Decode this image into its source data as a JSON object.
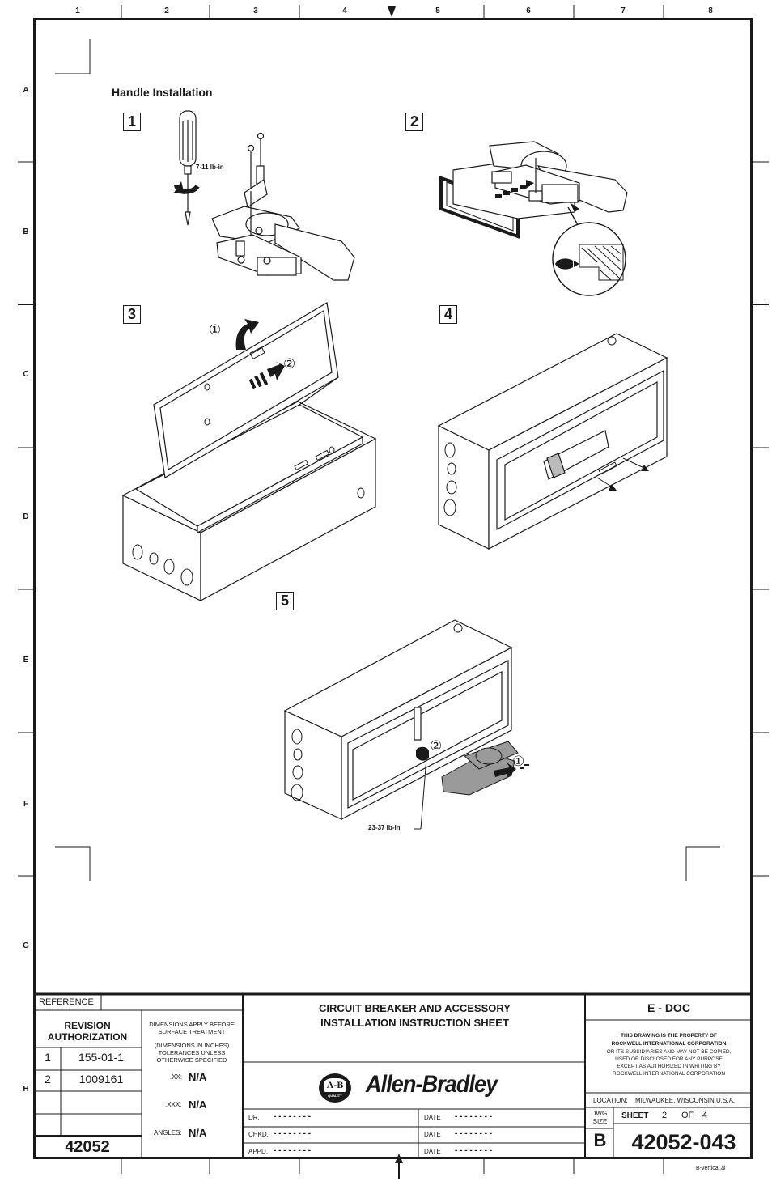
{
  "grid": {
    "columns": [
      "1",
      "2",
      "3",
      "4",
      "5",
      "6",
      "7",
      "8"
    ],
    "rows": [
      "A",
      "B",
      "C",
      "D",
      "E",
      "F",
      "G",
      "H"
    ]
  },
  "drawing": {
    "heading": "Handle Installation",
    "steps": [
      "1",
      "2",
      "3",
      "4",
      "5"
    ],
    "torque_1": "7-11 lb-in",
    "torque_5": "23-37 lb-in",
    "callouts": [
      "①",
      "②"
    ]
  },
  "title_block": {
    "reference_label": "REFERENCE",
    "revision_label": "REVISION\nAUTHORIZATION",
    "revisions": [
      {
        "num": "1",
        "code": "155-01-1"
      },
      {
        "num": "2",
        "code": "1009161"
      }
    ],
    "part_number": "42052",
    "dimensions_note_1": "DIMENSIONS APPLY BEFORE SURFACE TREATMENT",
    "dimensions_note_2": "(DIMENSIONS IN INCHES) TOLERANCES UNLESS OTHERWISE SPECIFIED",
    "tol_xx_label": ".XX:",
    "tol_xx_value": "N/A",
    "tol_xxx_label": ".XXX:",
    "tol_xxx_value": "N/A",
    "tol_angles_label": "ANGLES:",
    "tol_angles_value": "N/A",
    "sheet_title_1": "CIRCUIT BREAKER AND ACCESSORY",
    "sheet_title_2": "INSTALLATION INSTRUCTION SHEET",
    "logo_mark": "A-B",
    "logo_sub": "QUALITY",
    "brand": "Allen-Bradley",
    "dr_label": "DR.",
    "chkd_label": "CHKD.",
    "appd_label": "APPD.",
    "date_label": "DATE",
    "dashes": "- - - - - - - -",
    "edoc": "E - DOC",
    "property_1": "THIS DRAWING IS THE PROPERTY OF",
    "property_2": "ROCKWELL INTERNATIONAL CORPORATION",
    "property_3": "OR ITS SUBSIDIARIES AND MAY NOT BE COPIED,",
    "property_4": "USED OR DISCLOSED FOR ANY PURPOSE",
    "property_5": "EXCEPT AS AUTHORIZED IN WRITING BY",
    "property_6": "ROCKWELL INTERNATIONAL CORPORATION",
    "location_label": "LOCATION:",
    "location_value": "MILWAUKEE,  WISCONSIN  U.S.A.",
    "dwg_size_label": "DWG.\nSIZE",
    "dwg_size_value": "B",
    "sheet_label": "SHEET",
    "sheet_num": "2",
    "of_label": "OF",
    "sheet_total": "4",
    "drawing_number": "42052-043",
    "file_name": "B-vertical.ai"
  }
}
